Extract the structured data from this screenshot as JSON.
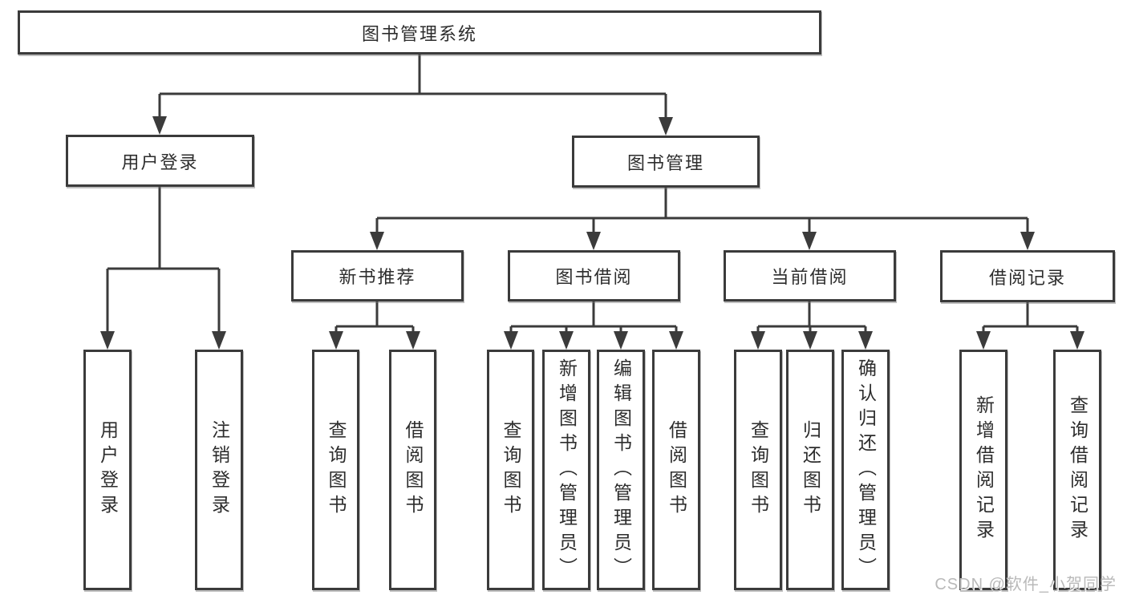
{
  "diagram": {
    "root": {
      "label": "图书管理系统"
    },
    "level2": {
      "user_login": {
        "label": "用户登录"
      },
      "book_management": {
        "label": "图书管理"
      }
    },
    "level3": {
      "new_book_recommend": {
        "label": "新书推荐"
      },
      "book_borrowing": {
        "label": "图书借阅"
      },
      "current_borrowing": {
        "label": "当前借阅"
      },
      "borrowing_records": {
        "label": "借阅记录"
      }
    },
    "leaves": {
      "user_login": {
        "label": "用户登录"
      },
      "logout": {
        "label": "注销登录"
      },
      "recommend_query_books": {
        "label": "查询图书"
      },
      "recommend_borrow_books": {
        "label": "借阅图书"
      },
      "borrowing_query_books": {
        "label": "查询图书"
      },
      "borrowing_add_books_admin": {
        "label": "新增图书（管理员）"
      },
      "borrowing_edit_books_admin": {
        "label": "编辑图书（管理员）"
      },
      "borrowing_borrow_books": {
        "label": "借阅图书"
      },
      "current_query_books": {
        "label": "查询图书"
      },
      "current_return_books": {
        "label": "归还图书"
      },
      "current_confirm_return_admin": {
        "label": "确认归还（管理员）"
      },
      "records_add_record": {
        "label": "新增借阅记录"
      },
      "records_query_record": {
        "label": "查询借阅记录"
      }
    }
  },
  "watermark": {
    "text": "CSDN @软件_小贺同学"
  },
  "colors": {
    "line": "#3b3b3b",
    "border": "#3b3b3b",
    "text": "#2d2d2d",
    "watermark": "#b9b9b9",
    "background": "#ffffff"
  }
}
